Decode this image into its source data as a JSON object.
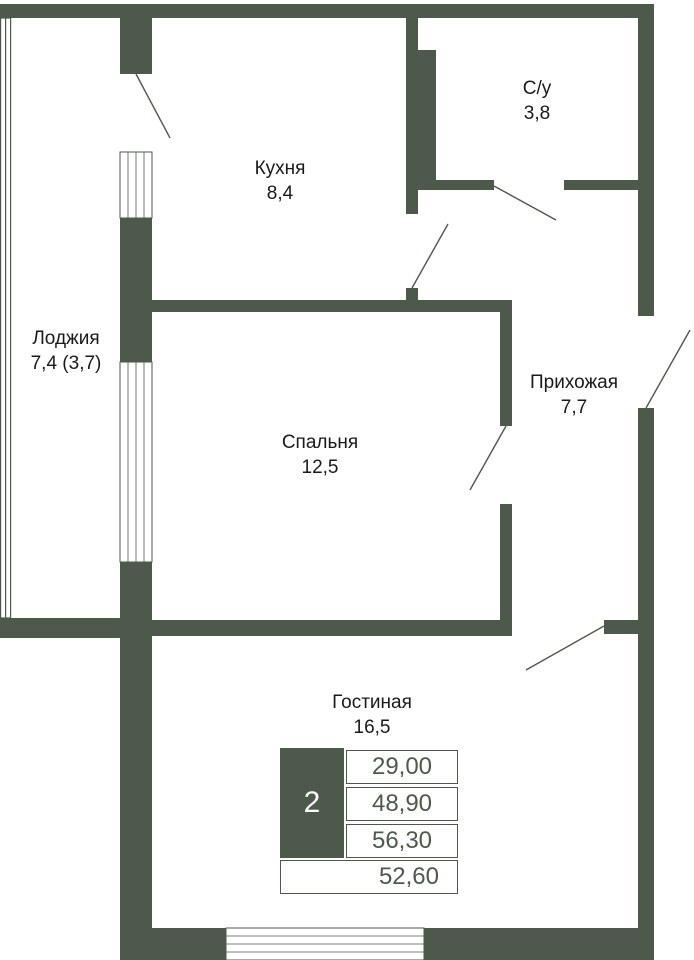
{
  "colors": {
    "wall": "#4d5a4b",
    "line": "#4d5a4b",
    "background": "#ffffff",
    "text": "#1a1a1a"
  },
  "rooms": [
    {
      "name": "Кухня",
      "area": "8,4"
    },
    {
      "name": "С/у",
      "area": "3,8"
    },
    {
      "name": "Лоджия",
      "area": "7,4 (3,7)"
    },
    {
      "name": "Прихожая",
      "area": "7,7"
    },
    {
      "name": "Спальня",
      "area": "12,5"
    },
    {
      "name": "Гостиная",
      "area": "16,5"
    }
  ],
  "summary": {
    "rooms_count": "2",
    "living_area": "29,00",
    "area_2": "48,90",
    "area_3": "56,30",
    "total_area": "52,60"
  }
}
